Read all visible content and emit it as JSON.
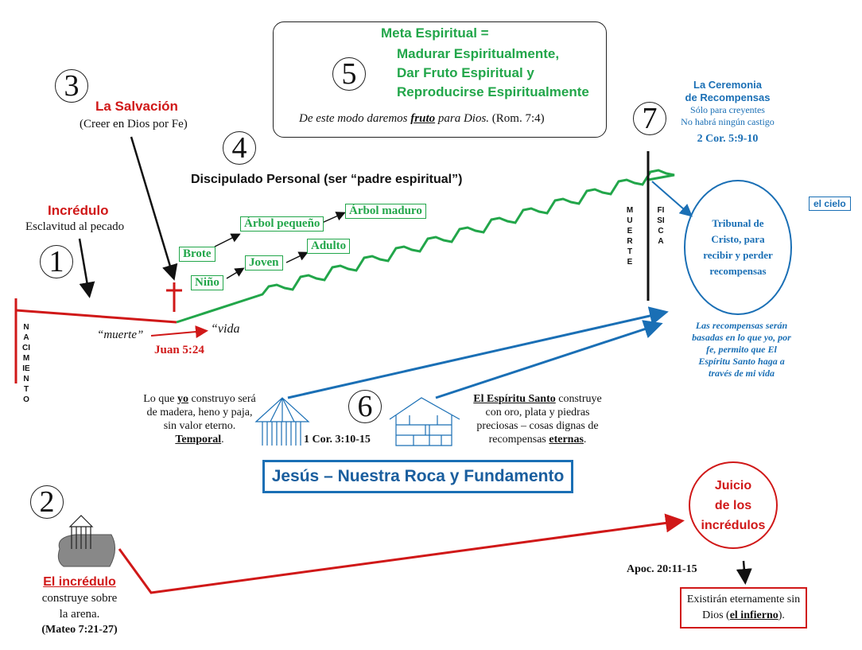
{
  "numbers": [
    "1",
    "2",
    "3",
    "4",
    "5",
    "6",
    "7"
  ],
  "goal_box": {
    "title": "Meta Espiritual =",
    "lines": [
      "Madurar Espiritualmente,",
      "Dar Fruto Espiritual y",
      "Reproducirse Espiritualmente"
    ],
    "verse_pre": "De este modo daremos ",
    "verse_em": "fruto",
    "verse_post": " para Dios.",
    "verse_ref": "(Rom. 7:4)"
  },
  "salvation": {
    "title": "La Salvación",
    "subtitle": "(Creer en Dios por Fe)"
  },
  "unbeliever": {
    "title": "Incrédulo",
    "subtitle": "Esclavitud al pecado"
  },
  "birth": "NACIMIENTO",
  "death_label": "“muerte”",
  "life_label": "“vida",
  "juan_ref": "Juan 5:24",
  "discipleship": "Discipulado Personal (ser “padre espiritual”)",
  "growth": {
    "brote": "Brote",
    "arbol_pequeno": "Árbol pequeño",
    "arbol_maduro": "Árbol maduro",
    "nino": "Niño",
    "joven": "Joven",
    "adulto": "Adulto"
  },
  "physical_death": {
    "muerte": "MUERTE",
    "fisica": "FISICA"
  },
  "ceremony": {
    "title1": "La Ceremonia",
    "title2": "de Recompensas",
    "line1": "Sólo para creyentes",
    "line2": "No habrá ningún castigo",
    "ref": "2 Cor. 5:9-10"
  },
  "heaven": "el cielo",
  "tribunal": "Tribunal  de Cristo, para recibir y perder recompensas",
  "rewards_note": "Las recompensas serán basadas en lo que yo, por fe, permito que El Espíritu Santo haga a través de mi vida",
  "my_build": {
    "pre": "Lo que ",
    "em": "yo",
    "post": " construyo será de madera, heno y paja, sin valor eterno.",
    "temporal": "Temporal"
  },
  "spirit_build": {
    "em": "El Espíritu Santo",
    "post": " construye con oro, plata y piedras preciosas – cosas dignas de recompensas ",
    "eternal": "eternas"
  },
  "cor_ref": "1 Cor. 3:10-15",
  "foundation": "Jesús – Nuestra Roca y Fundamento",
  "unbeliever_build": {
    "title": "El incrédulo",
    "line1": "construye sobre",
    "line2": "la arena.",
    "ref": "(Mateo 7:21-27)"
  },
  "judgment": {
    "line1": "Juicio",
    "line2": "de los",
    "line3": "incrédulos"
  },
  "apoc_ref": "Apoc. 20:11-15",
  "hell": {
    "pre": "Existirán eternamente sin Dios (",
    "em": "el infierno",
    "post": ")."
  },
  "colors": {
    "red": "#d01818",
    "blue": "#1a6fb5",
    "green": "#22a64a"
  }
}
